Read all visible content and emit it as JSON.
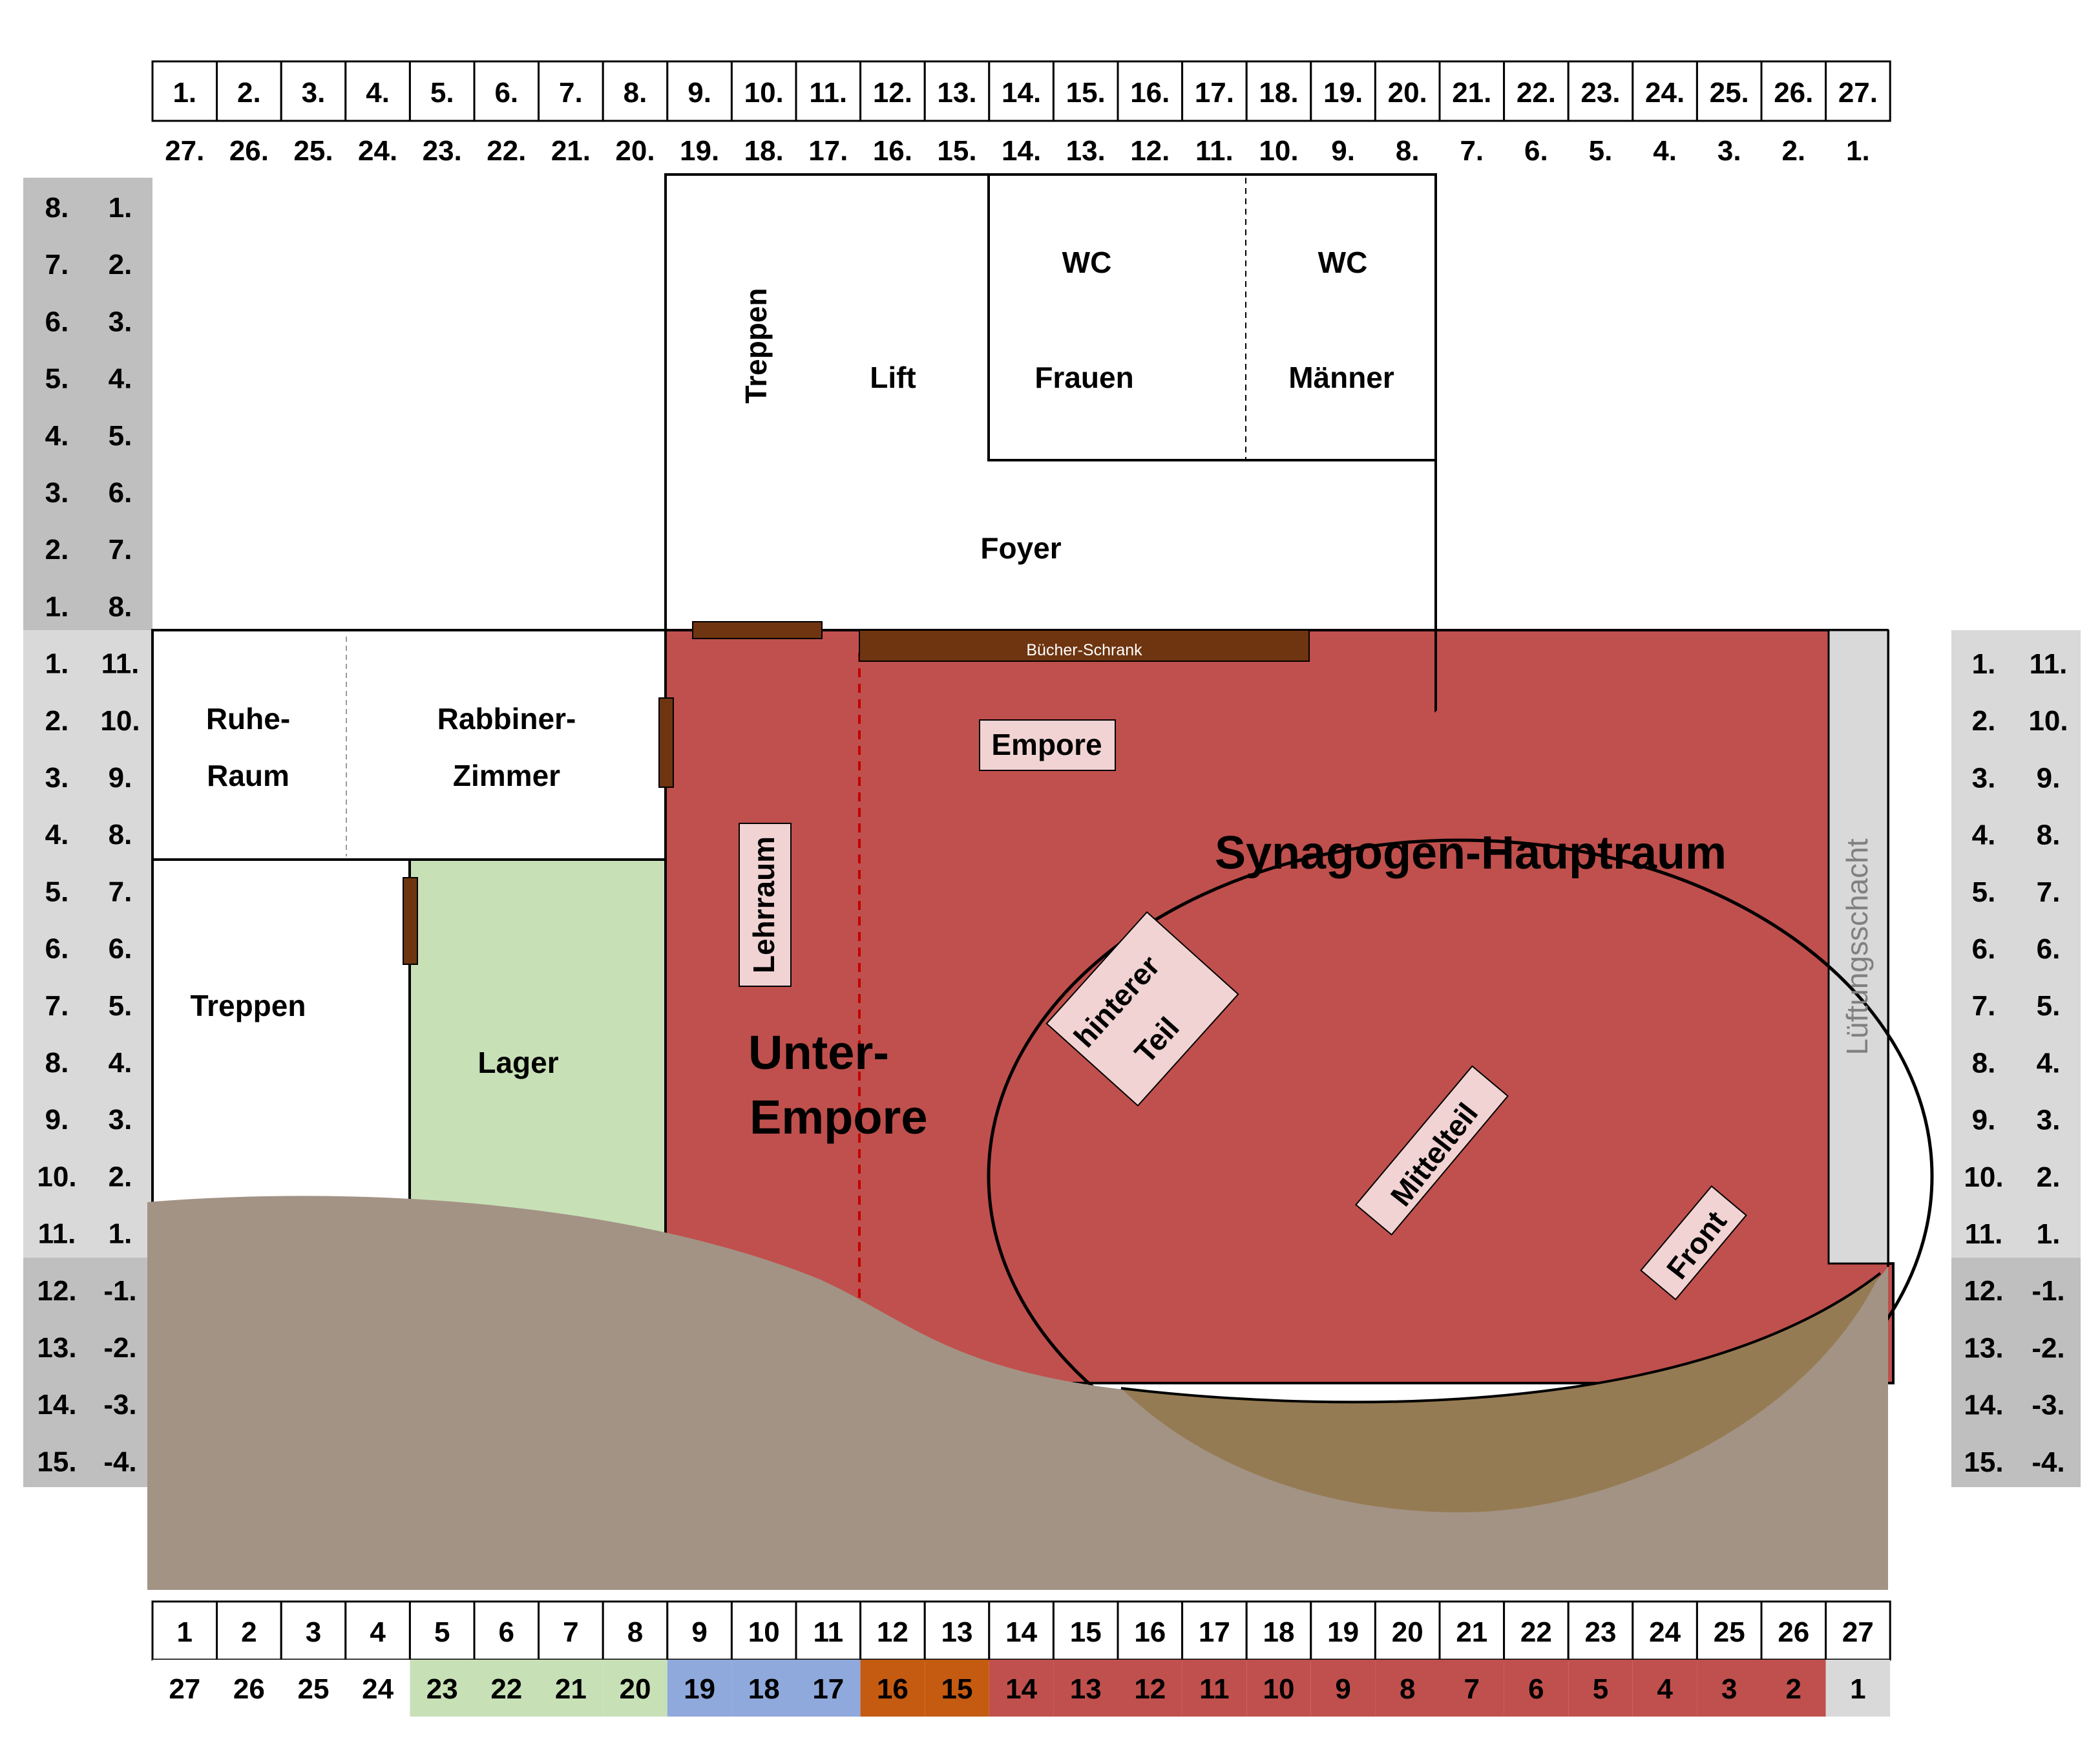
{
  "top_axis": {
    "row1": [
      "1.",
      "2.",
      "3.",
      "4.",
      "5.",
      "6.",
      "7.",
      "8.",
      "9.",
      "10.",
      "11.",
      "12.",
      "13.",
      "14.",
      "15.",
      "16.",
      "17.",
      "18.",
      "19.",
      "20.",
      "21.",
      "22.",
      "23.",
      "24.",
      "25.",
      "26.",
      "27."
    ],
    "row2": [
      "27.",
      "26.",
      "25.",
      "24.",
      "23.",
      "22.",
      "21.",
      "20.",
      "19.",
      "18.",
      "17.",
      "16.",
      "15.",
      "14.",
      "13.",
      "12.",
      "11.",
      "10.",
      "9.",
      "8.",
      "7.",
      "6.",
      "5.",
      "4.",
      "3.",
      "2.",
      "1."
    ]
  },
  "bottom_axis": {
    "row1": [
      "1",
      "2",
      "3",
      "4",
      "5",
      "6",
      "7",
      "8",
      "9",
      "10",
      "11",
      "12",
      "13",
      "14",
      "15",
      "16",
      "17",
      "18",
      "19",
      "20",
      "21",
      "22",
      "23",
      "24",
      "25",
      "26",
      "27"
    ],
    "row2": [
      "27",
      "26",
      "25",
      "24",
      "23",
      "22",
      "21",
      "20",
      "19",
      "18",
      "17",
      "16",
      "15",
      "14",
      "13",
      "12",
      "11",
      "10",
      "9",
      "8",
      "7",
      "6",
      "5",
      "4",
      "3",
      "2",
      "1"
    ],
    "row2_colors": [
      "#ffffff",
      "#ffffff",
      "#ffffff",
      "#ffffff",
      "#c8e0b6",
      "#c8e0b6",
      "#c8e0b6",
      "#c8e0b6",
      "#8fa9dc",
      "#8fa9dc",
      "#8fa9dc",
      "#c55a11",
      "#c55a11",
      "#c0504d",
      "#c0504d",
      "#c0504d",
      "#c0504d",
      "#c0504d",
      "#c0504d",
      "#c0504d",
      "#c0504d",
      "#c0504d",
      "#c0504d",
      "#c0504d",
      "#c0504d",
      "#c0504d",
      "#d9d9d9"
    ]
  },
  "left_axis": {
    "col_a": [
      "8.",
      "7.",
      "6.",
      "5.",
      "4.",
      "3.",
      "2.",
      "1.",
      "1.",
      "2.",
      "3.",
      "4.",
      "5.",
      "6.",
      "7.",
      "8.",
      "9.",
      "10.",
      "11.",
      "12.",
      "13.",
      "14.",
      "15."
    ],
    "col_b": [
      "1.",
      "2.",
      "3.",
      "4.",
      "5.",
      "6.",
      "7.",
      "8.",
      "11.",
      "10.",
      "9.",
      "8.",
      "7.",
      "6.",
      "5.",
      "4.",
      "3.",
      "2.",
      "1.",
      "-1.",
      "-2.",
      "-3.",
      "-4."
    ]
  },
  "right_axis": {
    "col_a": [
      "1.",
      "2.",
      "3.",
      "4.",
      "5.",
      "6.",
      "7.",
      "8.",
      "9.",
      "10.",
      "11.",
      "12.",
      "13.",
      "14.",
      "15."
    ],
    "col_b": [
      "11.",
      "10.",
      "9.",
      "8.",
      "7.",
      "6.",
      "5.",
      "4.",
      "3.",
      "2.",
      "1.",
      "-1.",
      "-2.",
      "-3.",
      "-4."
    ]
  },
  "rooms": {
    "treppen_upper": "Treppen",
    "lift": "Lift",
    "wc_frauen": "WC",
    "frauen": "Frauen",
    "wc_maenner": "WC",
    "maenner": "Männer",
    "foyer": "Foyer",
    "ruhe_1": "Ruhe-",
    "ruhe_2": "Raum",
    "rabbiner_1": "Rabbiner-",
    "rabbiner_2": "Zimmer",
    "treppen_lower": "Treppen",
    "lager": "Lager",
    "lehrraum": "Lehrraum",
    "unter_empore_1": "Unter-",
    "unter_empore_2": "Empore",
    "empore": "Empore",
    "buecherschrank": "Bücher-Schrank",
    "hauptraum": "Synagogen-Hauptraum",
    "hinterer_1": "hinterer",
    "hinterer_2": "Teil",
    "mittelteil": "Mittelteil",
    "front": "Front",
    "lueftung": "Lüftungsschacht"
  },
  "colors": {
    "synagogue_red": "#c0504d",
    "storage_green": "#c8e0b6",
    "ground_brown": "#a39385",
    "dome_brown": "#957b53",
    "furniture_brown": "#6e3510",
    "label_pink": "#f1d3d3",
    "grey_dark": "#bfbfbf",
    "grey_light": "#d9d9d9"
  }
}
